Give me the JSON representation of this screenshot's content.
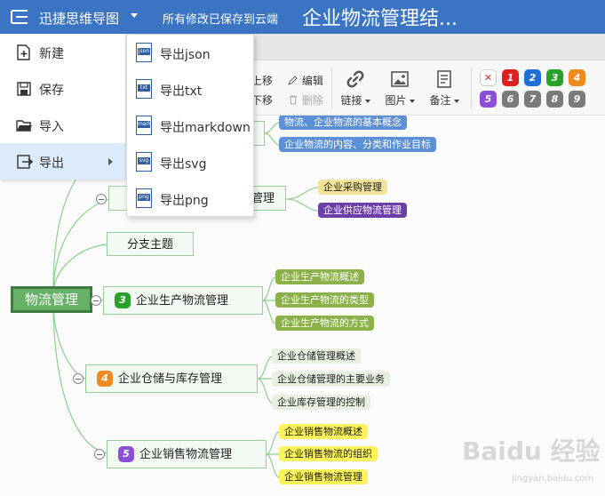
{
  "titlebar": {
    "app_name": "迅捷思维导图",
    "save_status": "所有修改已保存到云端",
    "doc_title": "企业物流管理结..."
  },
  "main_menu": {
    "items": [
      {
        "label": "新建",
        "icon": "new-file-icon"
      },
      {
        "label": "保存",
        "icon": "save-icon"
      },
      {
        "label": "导入",
        "icon": "folder-open-icon"
      },
      {
        "label": "导出",
        "icon": "export-icon"
      }
    ]
  },
  "export_menu": {
    "items": [
      {
        "label": "导出json",
        "tag": "json"
      },
      {
        "label": "导出txt",
        "tag": "txt"
      },
      {
        "label": "导出markdown",
        "tag": "mark"
      },
      {
        "label": "导出svg",
        "tag": "svg"
      },
      {
        "label": "导出png",
        "tag": "png"
      }
    ]
  },
  "toolbar": {
    "move_up": "上移",
    "move_down": "下移",
    "edit": "编辑",
    "delete": "删除",
    "link": "链接",
    "image": "图片",
    "note": "备注",
    "priorities": [
      "✕",
      "1",
      "2",
      "3",
      "4",
      "5",
      "6",
      "7",
      "8",
      "9"
    ],
    "priority_colors": [
      "#ffffff",
      "#e02020",
      "#1f6fd6",
      "#2aa12a",
      "#f08a1e",
      "#8a4fd6",
      "#7a7a7a",
      "#7a7a7a",
      "#7a7a7a",
      "#7a7a7a"
    ]
  },
  "mindmap": {
    "root": "物流管理",
    "branches": [
      {
        "label": "",
        "leaves": [
          "物流、企业物流的基本概念",
          "企业物流的内容、分类和作业目标"
        ]
      },
      {
        "label": "流管理",
        "leaves": [
          "企业采购管理",
          "企业供应物流管理"
        ]
      },
      {
        "label": "分支主题",
        "leaves": []
      },
      {
        "label": "企业生产物流管理",
        "badge": "3",
        "leaves": [
          "企业生产物流概述",
          "企业生产物流的类型",
          "企业生产物流的方式"
        ]
      },
      {
        "label": "企业仓储与库存管理",
        "badge": "4",
        "leaves": [
          "企业仓储管理概述",
          "企业仓储管理的主要业务",
          "企业库存管理的控制"
        ]
      },
      {
        "label": "企业销售物流管理",
        "badge": "5",
        "leaves": [
          "企业销售物流概述",
          "企业销售物流的组织",
          "企业销售物流管理"
        ]
      }
    ],
    "colors": {
      "blue_leaf": "#5b8fd6",
      "yellow_leaf": "#f2e39a",
      "purple_leaf": "#6b3ea8",
      "olive_leaf": "#8cb04a",
      "light_leaf": "#e6efe0",
      "bright_yellow_leaf": "#fbf35a",
      "line": "#8ccf8c",
      "root_fill": "#67b067",
      "root_border": "#3f7a3f"
    }
  },
  "watermark": {
    "text": "Baidu 经验",
    "sub": "jingyan.baidu.com"
  }
}
